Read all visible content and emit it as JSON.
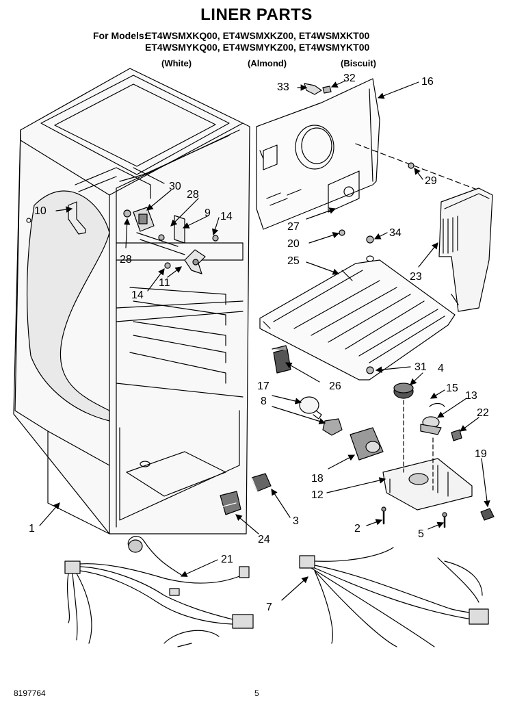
{
  "title": "LINER PARTS",
  "models": {
    "prefix": "For Models:",
    "line1": "ET4WSMXKQ00, ET4WSMXKZ00, ET4WSMXKT00",
    "line2": "ET4WSMYKQ00, ET4WSMYKZ00, ET4WSMYKT00"
  },
  "colors": {
    "white": "(White)",
    "almond": "(Almond)",
    "biscuit": "(Biscuit)"
  },
  "part_labels": {
    "p1": "1",
    "p2": "2",
    "p3": "3",
    "p4": "4",
    "p5": "5",
    "p7": "7",
    "p8": "8",
    "p9": "9",
    "p10": "10",
    "p11": "11",
    "p12": "12",
    "p13": "13",
    "p14a": "14",
    "p14b": "14",
    "p15": "15",
    "p16": "16",
    "p17": "17",
    "p18": "18",
    "p19": "19",
    "p20": "20",
    "p21": "21",
    "p22": "22",
    "p23": "23",
    "p24": "24",
    "p25": "25",
    "p26": "26",
    "p27": "27",
    "p28a": "28",
    "p28b": "28",
    "p29": "29",
    "p30": "30",
    "p31": "31",
    "p32": "32",
    "p33": "33",
    "p34": "34"
  },
  "footer": {
    "doc_number": "8197764",
    "page_number": "5"
  }
}
